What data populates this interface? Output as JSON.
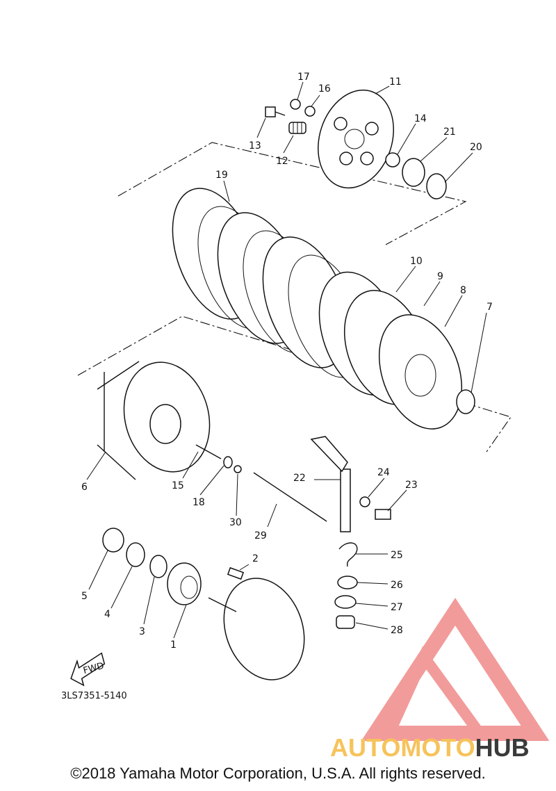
{
  "diagram": {
    "part_code": "3LS7351-5140",
    "fwd_label": "FWD",
    "callouts": [
      "1",
      "2",
      "3",
      "4",
      "5",
      "6",
      "7",
      "8",
      "9",
      "10",
      "11",
      "12",
      "13",
      "14",
      "15",
      "16",
      "17",
      "18",
      "19",
      "20",
      "21",
      "22",
      "23",
      "24",
      "25",
      "26",
      "27",
      "28",
      "29",
      "30"
    ]
  },
  "watermark": {
    "brand_a": "AUTOMOTO",
    "brand_b": "HUB",
    "colors": {
      "logo": "#f08a8a",
      "auto": "#f6c35b",
      "moto": "#f29a8a",
      "hub": "#3a3a3a"
    }
  },
  "footer": {
    "copyright": "©2018 Yamaha Motor Corporation, U.S.A. All rights reserved."
  }
}
